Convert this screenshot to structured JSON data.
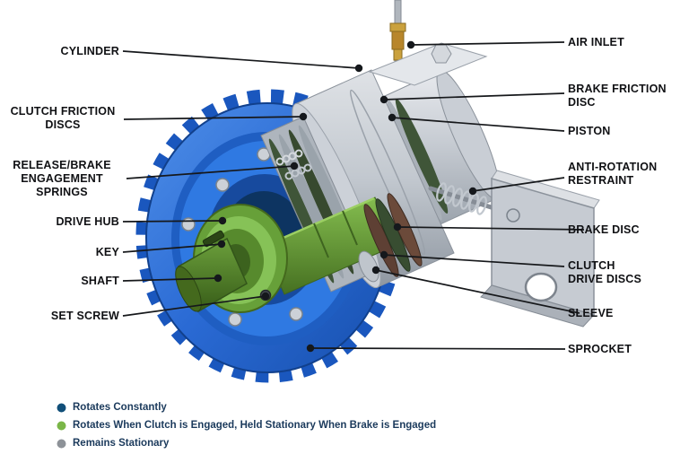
{
  "diagram": {
    "callouts_left": [
      {
        "label": "CYLINDER"
      },
      {
        "label": "CLUTCH FRICTION\nDISCS"
      },
      {
        "label": "RELEASE/BRAKE\nENGAGEMENT\nSPRINGS"
      },
      {
        "label": "DRIVE HUB"
      },
      {
        "label": "KEY"
      },
      {
        "label": "SHAFT"
      },
      {
        "label": "SET SCREW"
      }
    ],
    "callouts_right": [
      {
        "label": "AIR INLET"
      },
      {
        "label": "BRAKE FRICTION\nDISC"
      },
      {
        "label": "PISTON"
      },
      {
        "label": "ANTI-ROTATION\nRESTRAINT"
      },
      {
        "label": "BRAKE DISC"
      },
      {
        "label": "CLUTCH\nDRIVE DISCS"
      },
      {
        "label": "SLEEVE"
      },
      {
        "label": "SPROCKET"
      }
    ],
    "legend": [
      {
        "color": "#114f79",
        "label": "Rotates Constantly"
      },
      {
        "color": "#7ab648",
        "label": "Rotates When Clutch is Engaged, Held Stationary When Brake is Engaged"
      },
      {
        "color": "#8d9298",
        "label": "Remains Stationary"
      }
    ],
    "colors": {
      "sprocket_blue": "#2a6ad4",
      "rotating_green": "#79b344",
      "stationary_gray": "#c8cdd4",
      "friction_disc_dark_green": "#3f5538",
      "drive_disc_brown": "#5e4034",
      "brass_fitting": "#b8862b",
      "leader_line": "#16181b",
      "background": "#ffffff"
    }
  }
}
